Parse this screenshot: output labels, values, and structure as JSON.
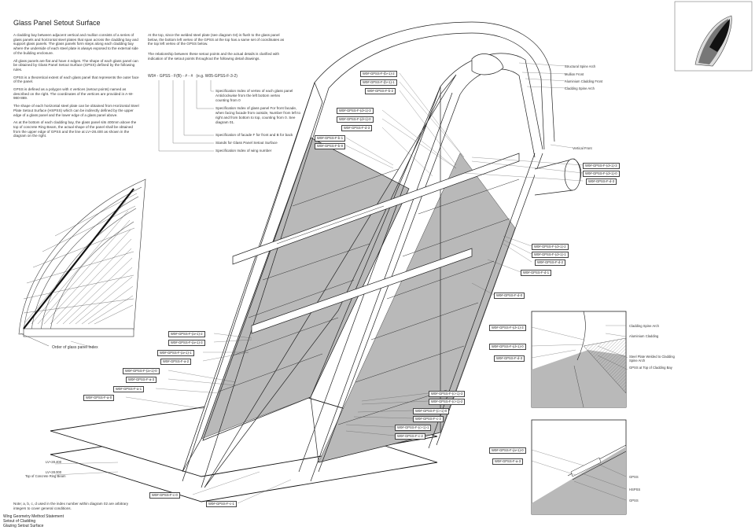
{
  "title": "Glass Panel Setout Surface",
  "intro_paragraphs": [
    "A cladding bay between adjacent vertical and mullion consists of a series of glass panels and horizontal steel plates that span across the cladding bay and support glass panels. The glass panels form steps along each cladding bay where the underside of each steel plate is always exposed to the external side of the building enclosure.",
    "All glass panels are flat and have 4 edges. The shape of each glass panel can be obtained by Glass Panel Setout Surface (GPSS) defined by the following rules.",
    "GPSS is a theoretical extent of each glass panel that represents the outer face of the panel.",
    "GPSS is defined as a polygon with 4 vertices (setout points) named as described on the right. The coordinates of the vertices are provided in A-W-980-869.",
    "The shape of each horizontal steel plate can be obtained from Horizontal Steel Plate Setout Surface (HSPSS) which can be indirectly defined by the upper edge of a glass panel and the lower edge of a glass panel above.",
    "As at the bottom of each cladding bay, the glass panel sits 400mm above the top of concrete Ring Beam, the actual shape of the panel shall be obtained from the upper edge of GPSS and the line at LV+28.400 as shown in the diagram on the right."
  ],
  "col2_paragraphs": [
    "At the top, since the welded steel plate (see diagram 04) is flush to the glass panel below, the bottom left vertex of the GPSS at the top has a same set of coordinates as the top left vertex of the GPSS below.",
    "The relationship between these setout points and the actual details is clarified with indication of the setout points throughout the following detail drawings."
  ],
  "spec": {
    "code": "W0# - GPSS - F(B) - # - #",
    "example": "(e.g. W05-GPSS-F-3-2)",
    "notes": [
      "Specification Index of vertex of each glass panel Anticlockwise from the left bottom vertex counting from 0",
      "Specification Index of glass panel For front facade, when facing facade from outside, Number from left to right and from bottom to top, counting from 0. See diagram 01.",
      "Specification of facade F for front and B for back",
      "Stands for Glass Panel Setout Surface",
      "Specification Index of wing number"
    ]
  },
  "order_label": "Order of glass panel Index",
  "level_labels": [
    "LV+28.400",
    "LV+28.000",
    "Top of Concrete Ring Beam"
  ],
  "note_text": "Note; a, b, c, d used in the index number within diagram 02 are arbitrary integers to cover general conditions.",
  "footer": [
    "Wing Geometry Method Statement",
    "Setout of Cladding",
    "Glazing Setout Surface"
  ],
  "right_labels": [
    "Structural Spine Arch",
    "Mullion Front",
    "Aluminium Cladding Front",
    "Cladding Spine Arch",
    "Vertical Front"
  ],
  "detail1_labels": [
    "Cladding Spine Arch",
    "Aluminium Cladding",
    "Steel Plate Welded to Cladding Spine Arch",
    "GPSS at Top of Cladding Bay"
  ],
  "detail2_labels": [
    "GPSS",
    "HSPSS",
    "GPSS"
  ],
  "tags": {
    "top_group": [
      "W0#-GPSS-F-(b+1)-2",
      "W0#-GPSS-F-(b+1)-1",
      "W0#-GPSS-F-b-2"
    ],
    "mid_group": [
      "W0#-GPSS-F-(d+1)-3",
      "W0#-GPSS-F-(d+1)-0",
      "W0#-GPSS-F-d-3"
    ],
    "left_small": [
      "W0#-GPSS-F-b-1",
      "W0#-GPSS-F-b-0"
    ],
    "right_group": [
      "W0#-GPSS-F-(d+1)-3",
      "W0#-GPSS-F-(d+1)-0",
      "W0#-GPSS-F-d-3"
    ],
    "right_mid": [
      "W0#-GPSS-F-(d+1)-2",
      "W0#-GPSS-F-(d+1)-1",
      "W0#-GPSS-F-d-2",
      "W0#-GPSS-F-d-1"
    ],
    "right_single": "W0#-GPSS-F-d-0",
    "left_group": [
      "W0#-GPSS-F-(a+1)-2",
      "W0#-GPSS-F-(a+1)-3",
      "W0#-GPSS-F-(a+1)-1",
      "W0#-GPSS-F-a-2"
    ],
    "left_lower": [
      "W0#-GPSS-F-(a+1)-0",
      "W0#-GPSS-F-a-3",
      "W0#-GPSS-F-a-1",
      "W0#-GPSS-F-a-0"
    ],
    "bottom_right": [
      "W0#-GPSS-F-(c+1)-3",
      "W0#-GPSS-F-(c+1)-2",
      "W0#-GPSS-F-(c+1)-0",
      "W0#-GPSS-F-c-3",
      "W0#-GPSS-F-(c+1)-1",
      "W0#-GPSS-F-c-2"
    ],
    "bottom": [
      "W0#-GPSS-F-c-0",
      "W0#-GPSS-F-c-1"
    ],
    "detail1": [
      "W0#-GPSS-F-(d+1)-3",
      "W0#-GPSS-F-(d+1)-0",
      "W0#-GPSS-F-d-3"
    ],
    "detail2": [
      "W0#-GPSS-F-(a+1)-0",
      "W0#-GPSS-F-a-3"
    ]
  }
}
